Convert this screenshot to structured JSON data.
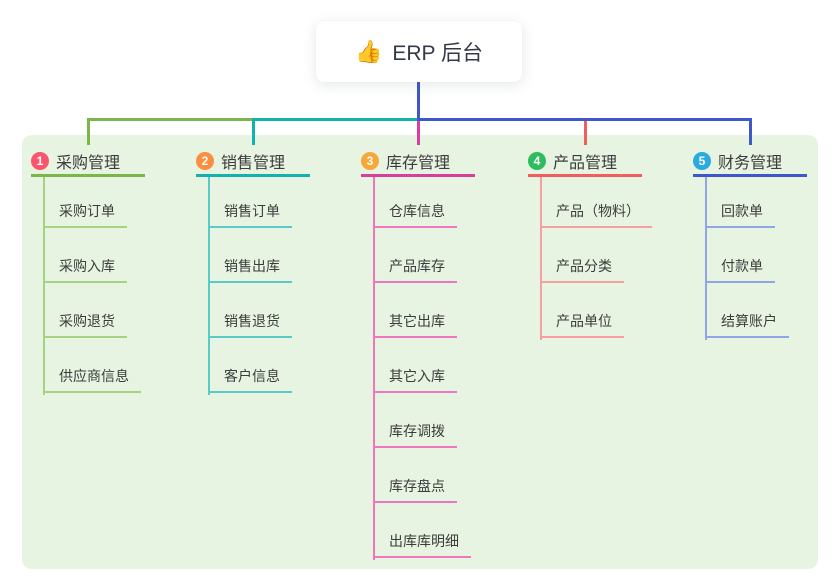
{
  "root": {
    "icon": "thumbs-up-icon",
    "icon_char": "👍",
    "label": "ERP 后台"
  },
  "panel_bg": "#e7f4e1",
  "text_color": "#3c3c3c",
  "connector_root_color": "#3f57cb",
  "branches": [
    {
      "num": "1",
      "label": "采购管理",
      "badge_color": "#f9556d",
      "color": "#7ab648",
      "light_color": "#a6d381",
      "children": [
        "采购订单",
        "采购入库",
        "采购退货",
        "供应商信息"
      ]
    },
    {
      "num": "2",
      "label": "销售管理",
      "badge_color": "#fb8e41",
      "color": "#14b2ad",
      "light_color": "#5bc9c5",
      "children": [
        "销售订单",
        "销售出库",
        "销售退货",
        "客户信息"
      ]
    },
    {
      "num": "3",
      "label": "库存管理",
      "badge_color": "#f8a838",
      "color": "#d6409b",
      "light_color": "#ee77c0",
      "children": [
        "仓库信息",
        "产品库存",
        "其它出库",
        "其它入库",
        "库存调拨",
        "库存盘点",
        "出库库明细"
      ]
    },
    {
      "num": "4",
      "label": "产品管理",
      "badge_color": "#2dbd5e",
      "color": "#f15e5e",
      "light_color": "#f79f9f",
      "children": [
        "产品（物料）",
        "产品分类",
        "产品单位"
      ]
    },
    {
      "num": "5",
      "label": "财务管理",
      "badge_color": "#2ba9e1",
      "color": "#3f57cb",
      "light_color": "#8fa5e8",
      "children": [
        "回款单",
        "付款单",
        "结算账户"
      ]
    }
  ]
}
